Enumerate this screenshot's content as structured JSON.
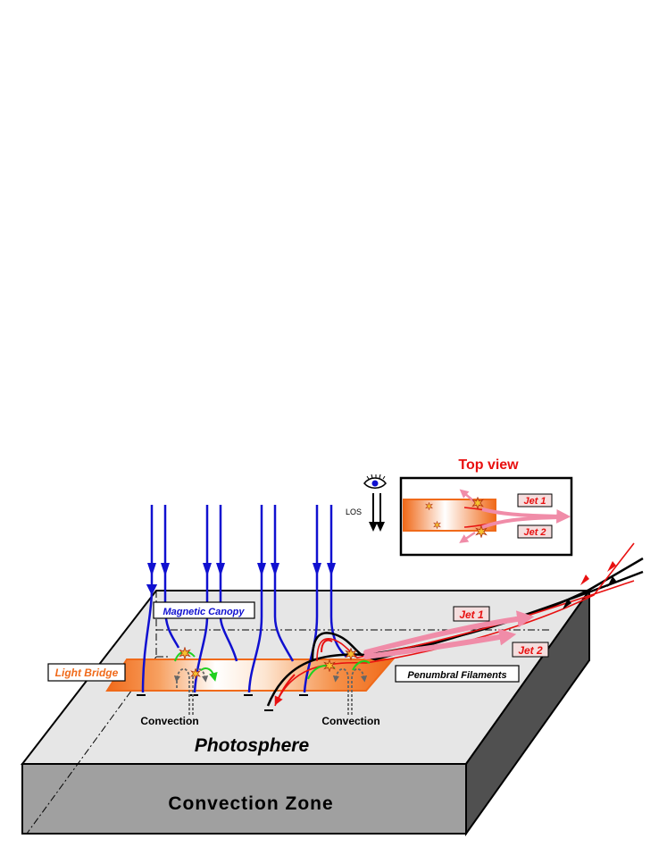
{
  "labels": {
    "top_view": "Top view",
    "los": "LOS",
    "jet1_inset": "Jet 1",
    "jet2_inset": "Jet 2",
    "magnetic_canopy": "Magnetic Canopy",
    "light_bridge": "Light Bridge",
    "jet1_main": "Jet 1",
    "jet2_main": "Jet 2",
    "penumbral_filaments": "Penumbral Filaments",
    "convection_left": "Convection",
    "convection_right": "Convection",
    "photosphere": "Photosphere",
    "convection_zone": "Convection Zone"
  },
  "colors": {
    "field_lines": "#1010d0",
    "light_bridge": "#f07020",
    "jets": "#f08ca8",
    "title_red": "#e81010",
    "reconnection_green": "#20d020",
    "slab_top": "#e6e6e6",
    "slab_front": "#a0a0a0",
    "slab_side": "#505050"
  },
  "icons": {
    "eye": "eye-icon",
    "reconnection": "star-burst-icon"
  }
}
